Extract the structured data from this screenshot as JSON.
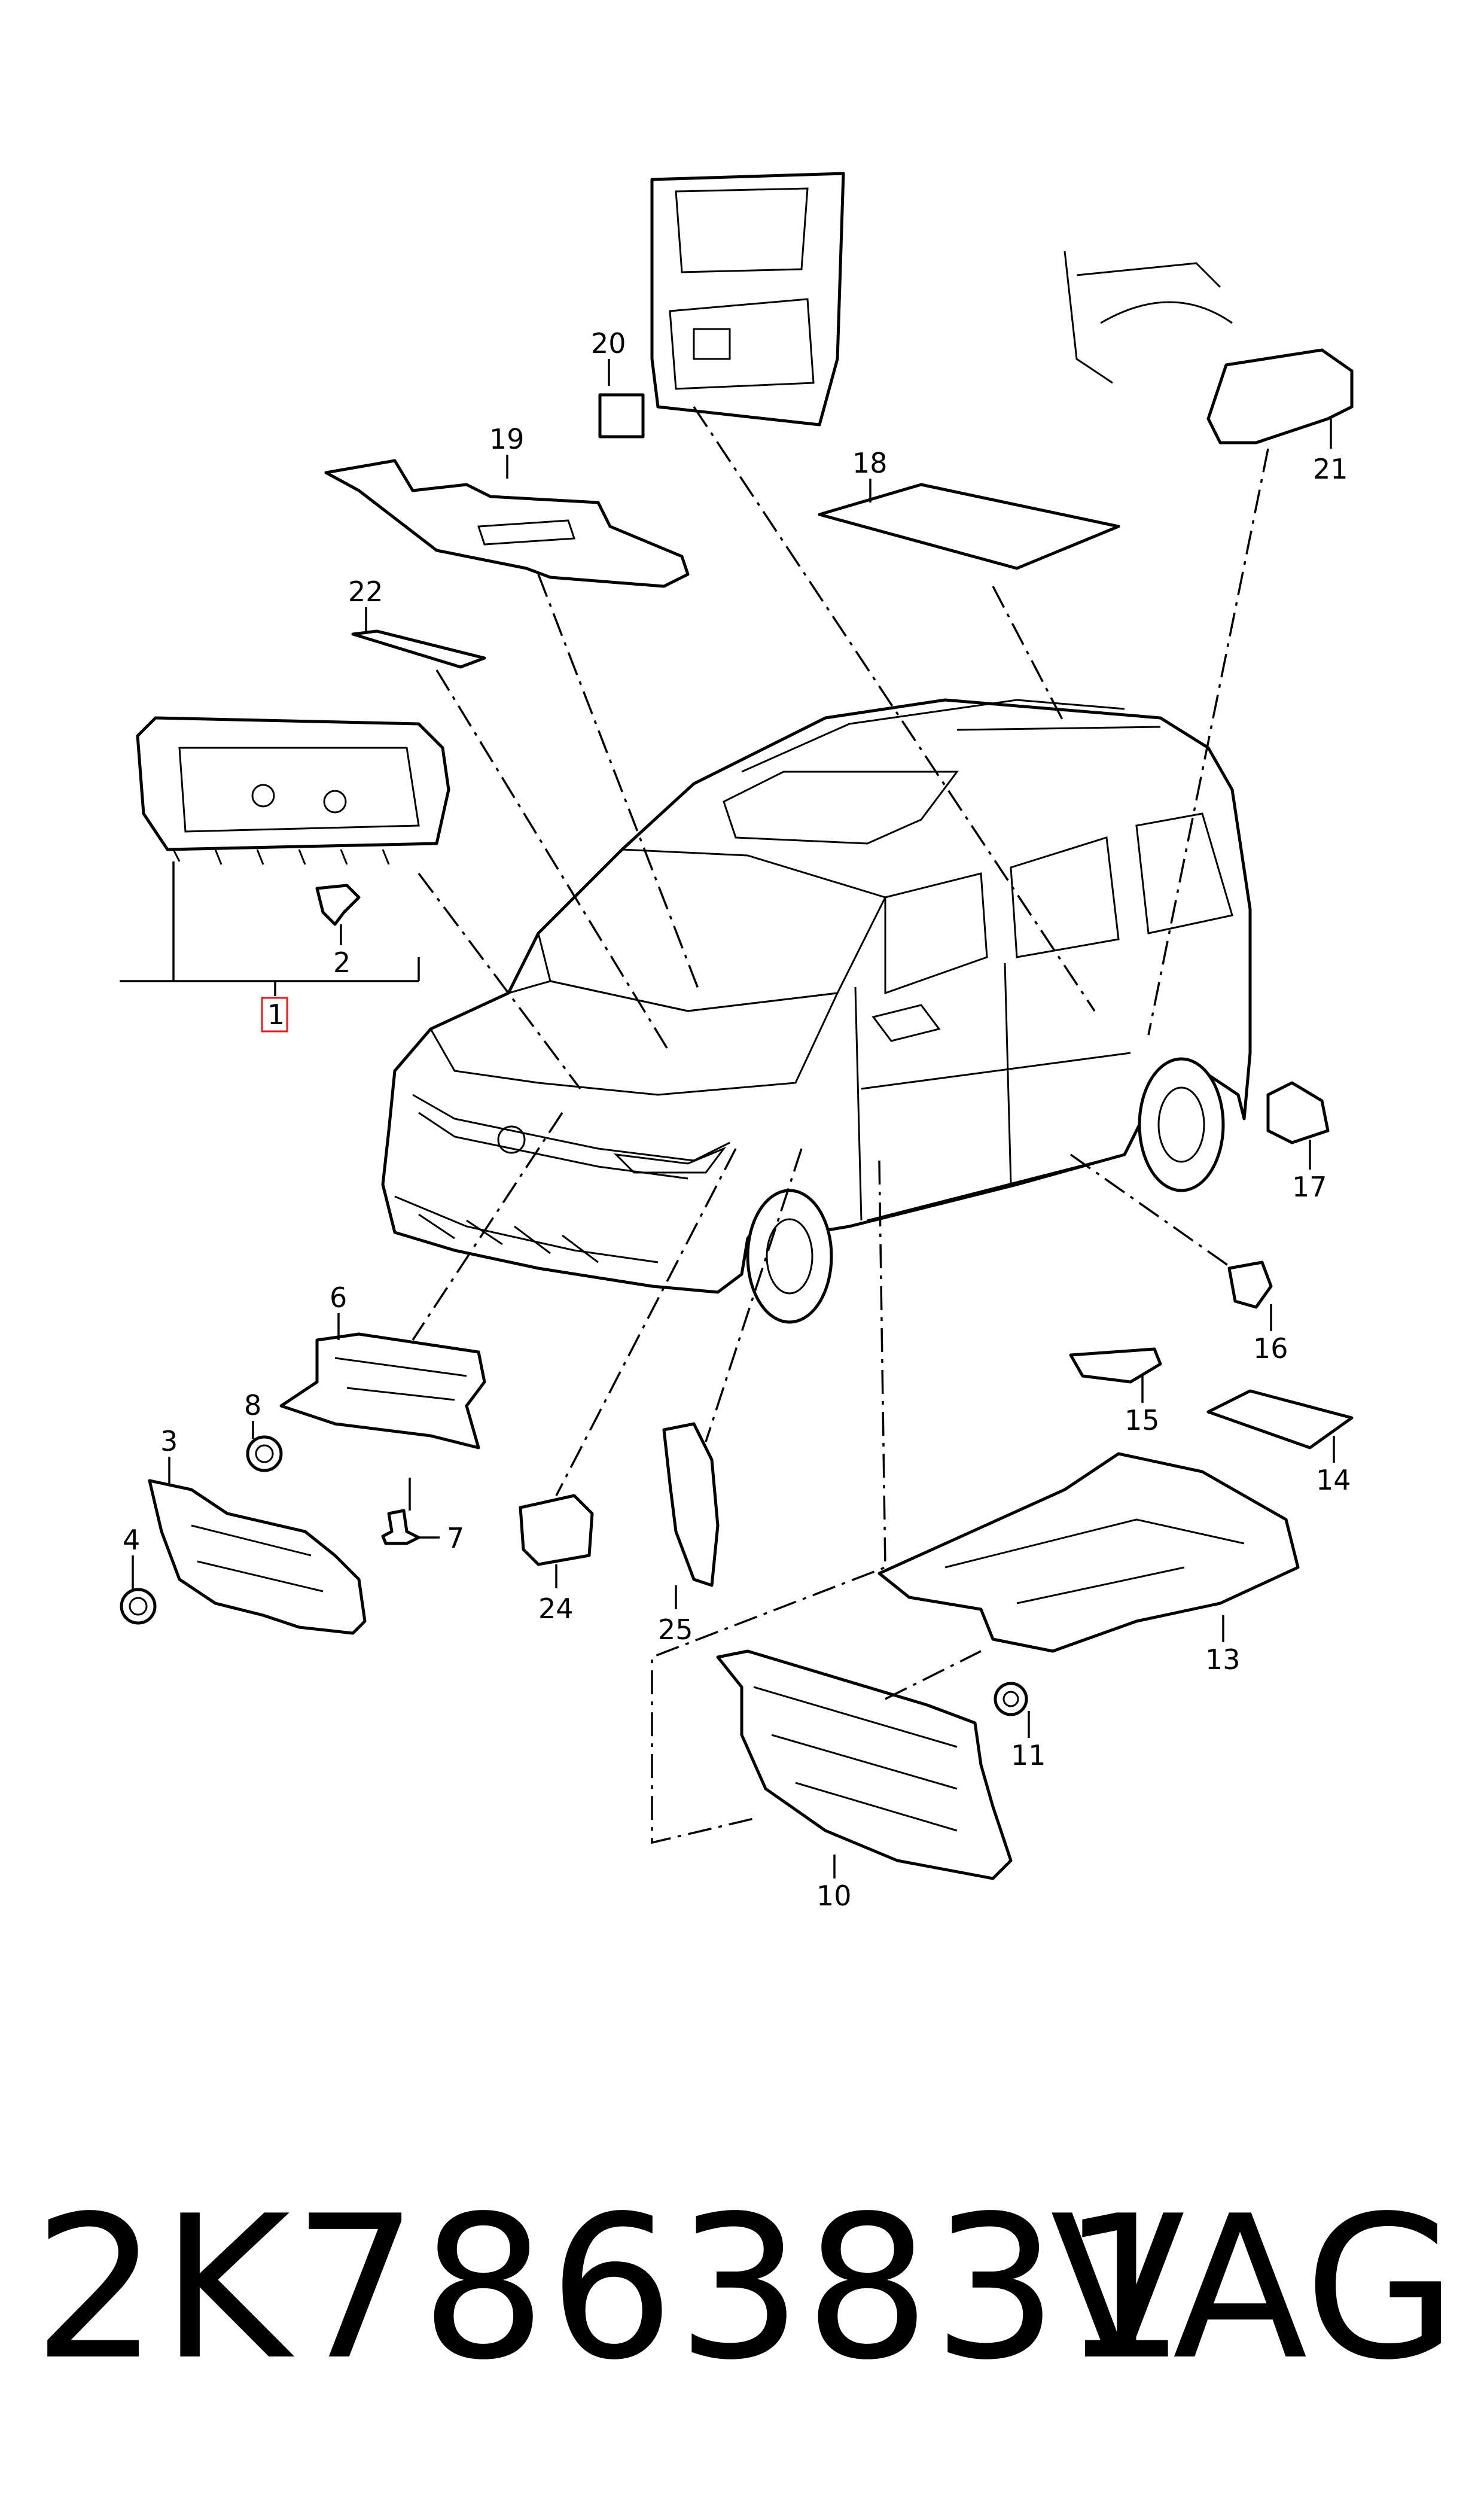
{
  "diagram": {
    "callouts": {
      "c1": "1",
      "c2": "2",
      "c3": "3",
      "c4": "4",
      "c6": "6",
      "c7": "7",
      "c8": "8",
      "c10": "10",
      "c11": "11",
      "c13": "13",
      "c14": "14",
      "c15": "15",
      "c16": "16",
      "c17": "17",
      "c18": "18",
      "c19": "19",
      "c20": "20",
      "c21": "21",
      "c22": "22",
      "c24": "24",
      "c25": "25"
    },
    "highlighted_callout": "1",
    "highlight_color": "#e01e1e"
  },
  "footer": {
    "part_number": "2K7863831",
    "brand": "VAG"
  }
}
